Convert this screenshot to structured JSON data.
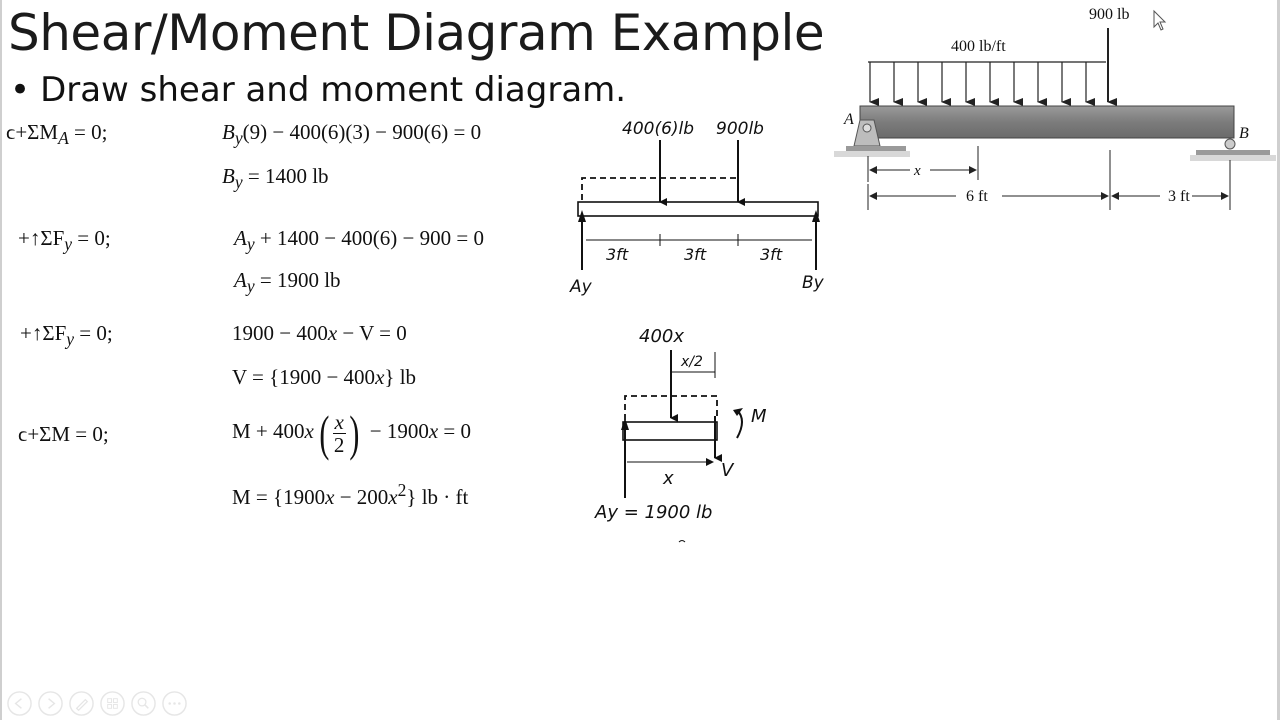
{
  "slide": {
    "title": "Shear/Moment Diagram Example",
    "bullet": "Draw shear and moment diagram."
  },
  "equations": {
    "label1": "ϲ+ΣM",
    "label1_sub": "A",
    "label1_end": " = 0;",
    "eq1_a": "B",
    "eq1_a_sub": "y",
    "eq1_b": "(9) − 400(6)(3) − 900(6) = 0",
    "res1_a": "B",
    "res1_a_sub": "y",
    "res1_b": " = 1400 lb",
    "label2": "+↑ΣF",
    "label2_sub": "y",
    "label2_end": " = 0;",
    "eq2_a": "A",
    "eq2_a_sub": "y",
    "eq2_b": " + 1400 − 400(6) − 900 = 0",
    "res2_a": "A",
    "res2_a_sub": "y",
    "res2_b": " = 1900 lb",
    "label3": "+↑ΣF",
    "label3_sub": "y",
    "label3_end": " = 0;",
    "eq3_a": "1900 − 400",
    "eq3_x": "x",
    "eq3_b": " − V = 0",
    "res3_a": "V = {1900 − 400",
    "res3_x": "x",
    "res3_b": "} lb",
    "label4": "ϲ+ΣM = 0;",
    "eq4_a": "M + 400",
    "eq4_x": "x",
    "eq4_num": "x",
    "eq4_den": "2",
    "eq4_b": " − 1900",
    "eq4_x2": "x",
    "eq4_c": " = 0",
    "res4_a": "M = {1900",
    "res4_x": "x",
    "res4_b": " − 200",
    "res4_x2": "x",
    "res4_sup": "2",
    "res4_c": "} lb · ft"
  },
  "sketch1": {
    "load1": "400(6)lb",
    "load2": "900lb",
    "span1": "3ft",
    "span2": "3ft",
    "span3": "3ft",
    "left_reaction": "Ay",
    "right_reaction": "By"
  },
  "sketch2": {
    "load": "400x",
    "half": "x/2",
    "moment": "M",
    "shear": "V",
    "dist": "x",
    "reaction": "Ay = 1900 lb"
  },
  "figure": {
    "point_load": "900 lb",
    "dist_load": "400 lb/ft",
    "support_a": "A",
    "support_b": "B",
    "x_label": "x",
    "span1": "6 ft",
    "span2": "3 ft"
  },
  "toolbar": {
    "icons": [
      "previous-icon",
      "next-icon",
      "pen-icon",
      "slides-grid-icon",
      "zoom-icon",
      "more-icon"
    ]
  }
}
